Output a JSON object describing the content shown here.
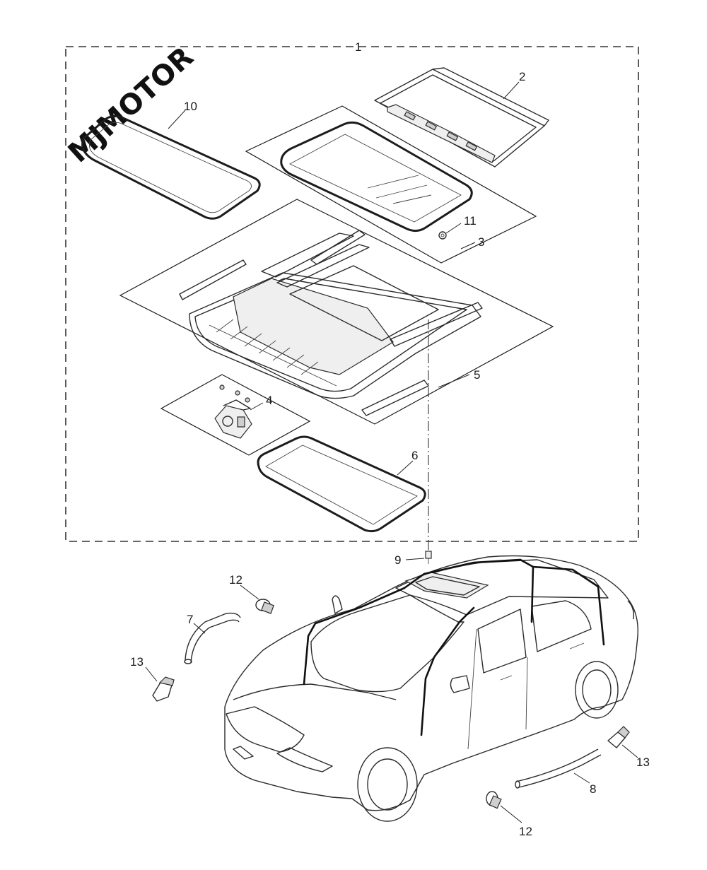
{
  "watermark": "MJMOTOR",
  "callouts": {
    "c1": "1",
    "c2": "2",
    "c3": "3",
    "c4": "4",
    "c5": "5",
    "c6": "6",
    "c7": "7",
    "c8": "8",
    "c9": "9",
    "c10": "10",
    "c11": "11",
    "c12a": "12",
    "c12b": "12",
    "c13a": "13",
    "c13b": "13"
  },
  "icons": {
    "sunshade": "sunshade-panel-icon",
    "glass": "glass-panel-icon",
    "frame": "sunroof-frame-icon",
    "motor": "sunroof-motor-icon",
    "seal_outer": "outer-seal-icon",
    "seal_inner": "inner-seal-icon",
    "car": "car-outline-icon",
    "drain_tube": "drain-tube-icon",
    "clip": "hose-clip-icon",
    "valve": "drain-valve-icon",
    "screw": "screw-icon",
    "nut": "nut-icon"
  }
}
